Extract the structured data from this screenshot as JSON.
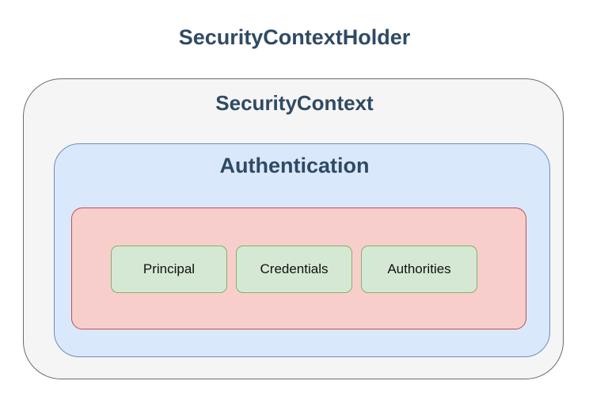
{
  "diagram": {
    "holder": {
      "label": "SecurityContextHolder"
    },
    "context": {
      "label": "SecurityContext"
    },
    "authentication": {
      "label": "Authentication"
    },
    "details": {
      "items": [
        {
          "label": "Principal"
        },
        {
          "label": "Credentials"
        },
        {
          "label": "Authorities"
        }
      ]
    }
  },
  "colors": {
    "title_text": "#2f4a63",
    "context_fill": "#f5f5f5",
    "context_stroke": "#6b6b6b",
    "authentication_fill": "#dae8fc",
    "authentication_stroke": "#6c8ebf",
    "details_fill": "#f8cecc",
    "details_stroke": "#b85450",
    "item_fill": "#d5e8d4",
    "item_stroke": "#82b366"
  }
}
